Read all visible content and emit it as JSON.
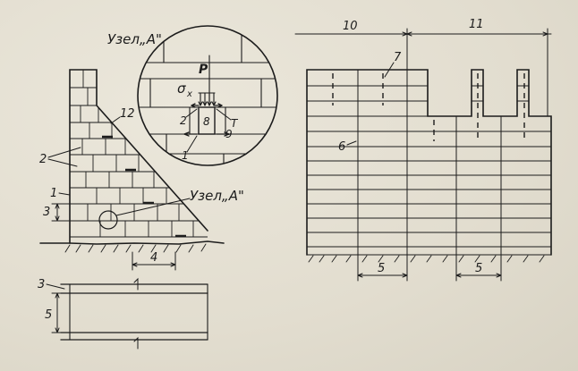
{
  "node_title_top": "Узел„А\"",
  "node_title_left": "Узел„А\"",
  "detail_labels": {
    "force": "P",
    "stress": "σ",
    "stress_sub": "x",
    "n2": "2",
    "n8": "8",
    "T": "T",
    "n9": "9",
    "n1": "1"
  },
  "left_labels": {
    "n12": "12",
    "n2": "2",
    "n1": "1",
    "n3": "3",
    "n4": "4"
  },
  "bottom_labels": {
    "n3": "3",
    "n5": "5"
  },
  "right_labels": {
    "n10": "10",
    "n11": "11",
    "n7": "7",
    "n6": "6",
    "dim_a": "5",
    "dim_b": "5"
  },
  "colors": {
    "ink": "#1c1c1c",
    "paper": "#e7e3d6"
  }
}
